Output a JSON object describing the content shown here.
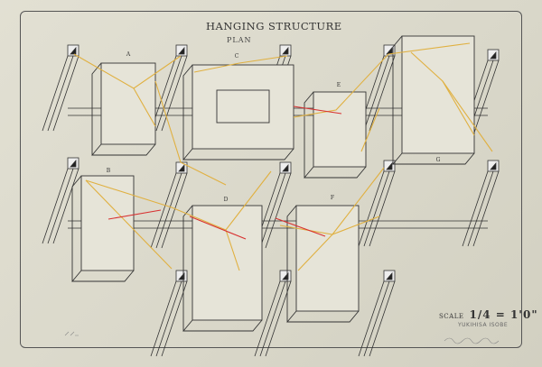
{
  "title": "HANGING STRUCTURE",
  "subtitle": "PLAN",
  "scale_label": "SCALE",
  "scale_value": "1/4 = 1'0\"",
  "author": "YUKIHISA ISOBE",
  "boxes": [
    {
      "label": "A"
    },
    {
      "label": "B"
    },
    {
      "label": "C"
    },
    {
      "label": "D"
    },
    {
      "label": "E"
    },
    {
      "label": "F"
    },
    {
      "label": "G"
    }
  ],
  "colors": {
    "paper": "#e0ded1",
    "line": "#333333",
    "cable": "#e0b040",
    "tension": "#d83030"
  }
}
